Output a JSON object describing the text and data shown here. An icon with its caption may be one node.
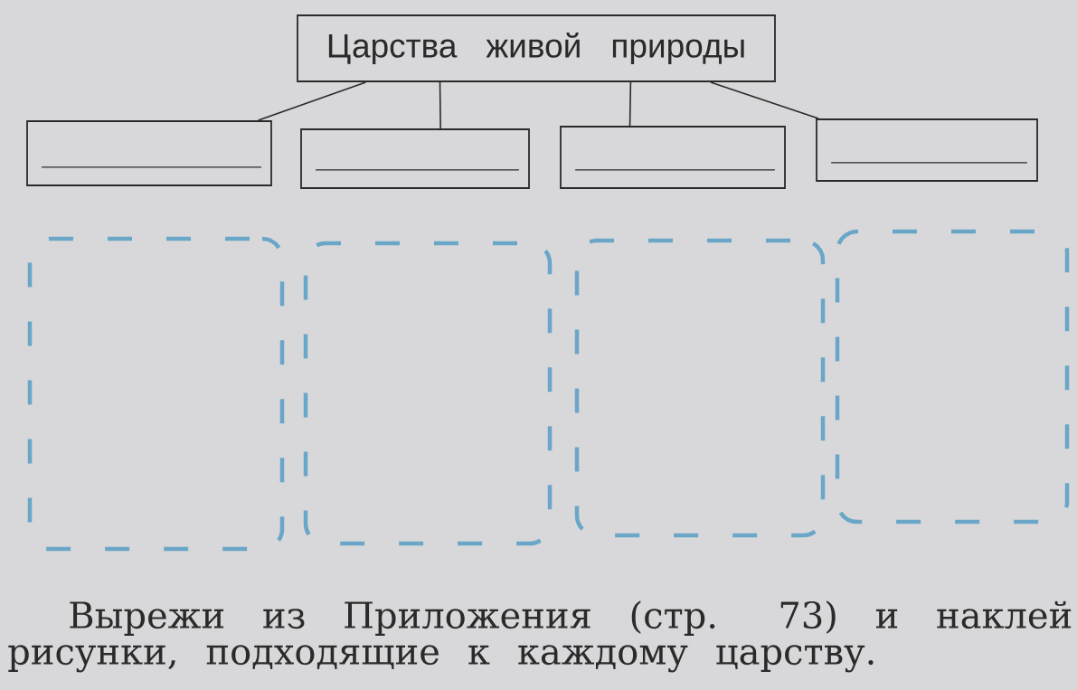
{
  "diagram": {
    "nodes": [
      {
        "text": [
          "Царства живой природы"
        ]
      },
      {
        "text": [],
        "shape": "box"
      },
      {
        "text": [],
        "shape": "box"
      },
      {
        "text": [],
        "shape": "box"
      },
      {
        "text": [],
        "shape": "box"
      },
      {
        "text": [],
        "shape": "box"
      },
      {
        "text": [],
        "shape": "box"
      },
      {
        "text": [],
        "shape": "box"
      },
      {
        "text": [],
        "shape": "box"
      }
    ],
    "edges": [
      {
        "from": 0,
        "to": 1,
        "arrow": "none"
      },
      {
        "from": 0,
        "to": 2,
        "arrow": "none"
      },
      {
        "from": 0,
        "to": 3,
        "arrow": "none"
      },
      {
        "from": 0,
        "to": 4,
        "arrow": "none"
      }
    ],
    "labels": [
      "Вырежи из Приложения (стр. 73) и наклей рисунки, подходящие к каждому царству."
    ]
  }
}
